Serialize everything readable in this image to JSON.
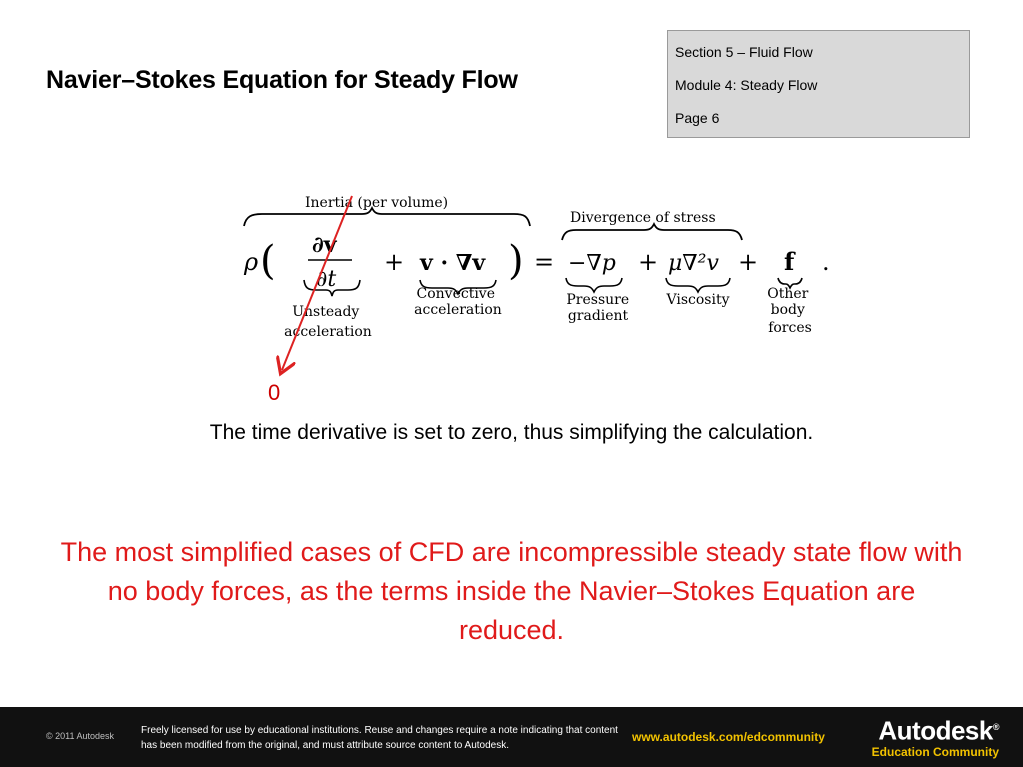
{
  "slide": {
    "title": "Navier–Stokes Equation for Steady Flow"
  },
  "info_box": {
    "section": "Section 5 – Fluid Flow",
    "module": "Module 4:  Steady Flow",
    "page": "Page  6"
  },
  "equation": {
    "rho": "ρ",
    "open_paren": "(",
    "close_paren": ")",
    "partial_v": "∂v",
    "partial_t": "∂t",
    "plus": "+",
    "convective_term": "v · ∇v",
    "equals": "=",
    "pressure_term": "−∇p",
    "viscosity_term": "μ∇²v",
    "body_force_term": "f",
    "period": ".",
    "inertia_label": "Inertia (per volume)",
    "stress_label": "Divergence of stress",
    "unsteady_label": [
      "Unsteady",
      "acceleration"
    ],
    "convective_label": [
      "Convective",
      "acceleration"
    ],
    "pressure_label": [
      "Pressure",
      "gradient"
    ],
    "viscosity_label": "Viscosity",
    "body_label": [
      "Other",
      "body",
      "forces"
    ]
  },
  "annotation": {
    "zero": "0",
    "arrow_color": "#dd2222"
  },
  "caption": "The time derivative is set to zero, thus simplifying the calculation.",
  "highlight": "The most simplified cases of CFD are incompressible steady state flow with no body forces, as the terms inside the Navier–Stokes Equation are reduced.",
  "footer": {
    "copyright": "© 2011 Autodesk",
    "license": "Freely licensed for use by educational institutions. Reuse and changes require a note indicating that content has been modified from the original, and must attribute source content to Autodesk.",
    "url": "www.autodesk.com/edcommunity",
    "brand": "Autodesk",
    "brand_mark": "®",
    "brand_sub": "Education Community"
  },
  "colors": {
    "highlight_text": "#e01a1a",
    "footer_bg": "#111111",
    "footer_accent": "#f2c200",
    "info_box_bg": "#d9d9d9"
  }
}
